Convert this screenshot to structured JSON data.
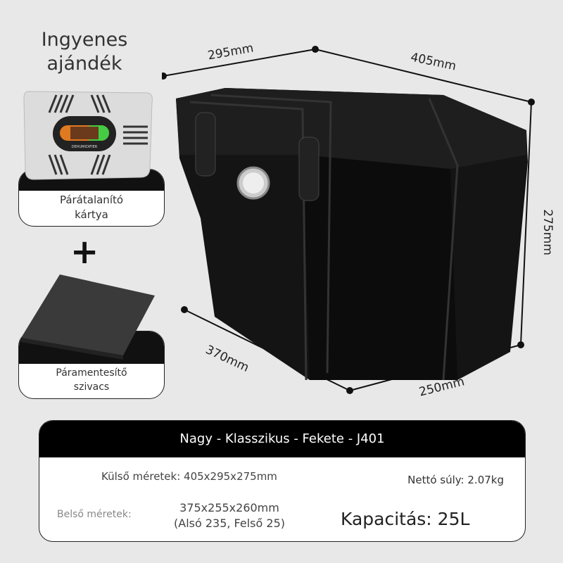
{
  "gift": {
    "title_line1": "Ingyenes",
    "title_line2": "ajándék",
    "item1_line1": "Párátalanító",
    "item1_line2": "kártya",
    "item1_device_text": "DEHUMIDIFIER",
    "plus": "+",
    "item2_line1": "Páramentesítő",
    "item2_line2": "szivacs"
  },
  "dimensions": {
    "depth_top": "295mm",
    "width_top": "405mm",
    "height": "275mm",
    "depth_bottom": "370mm",
    "width_bottom": "250mm"
  },
  "spec": {
    "title": "Nagy - Klasszikus - Fekete - J401",
    "outer_label": "Külső méretek: 405x295x275mm",
    "weight": "Nettó súly: 2.07kg",
    "inner_label": "Belső méretek:",
    "inner_value_line1": "375x255x260mm",
    "inner_value_line2": "(Alsó 235, Felső 25)",
    "capacity": "Kapacitás: 25L"
  },
  "colors": {
    "background": "#e8e8e8",
    "box": "#111111",
    "header": "#000000"
  }
}
